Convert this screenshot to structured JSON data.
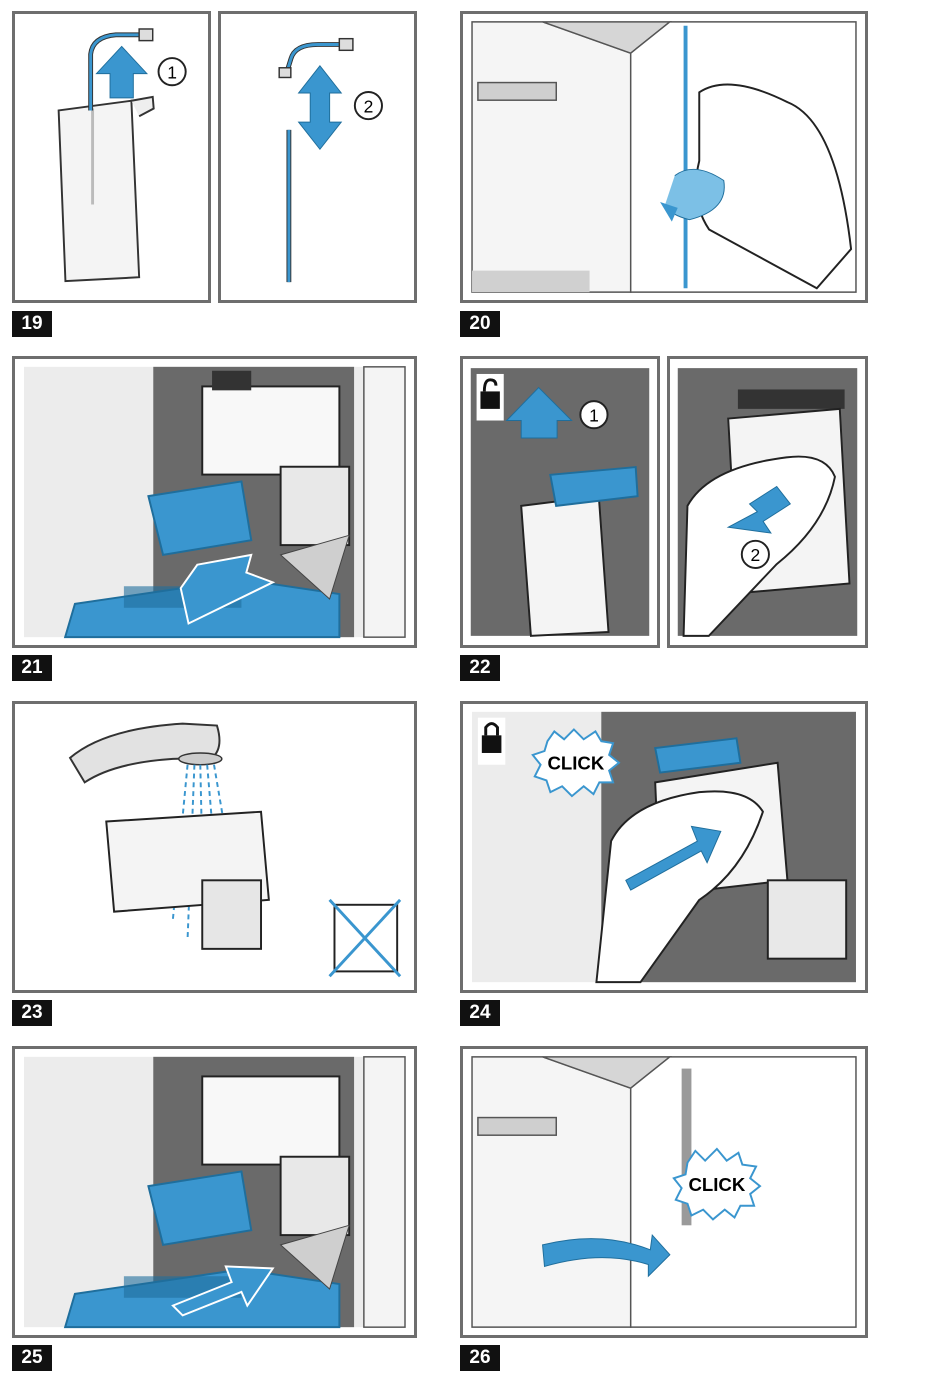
{
  "steps": {
    "s19": "19",
    "s20": "20",
    "s21": "21",
    "s22": "22",
    "s23": "23",
    "s24": "24",
    "s25": "25",
    "s26": "26"
  },
  "markers": {
    "one": "1",
    "two": "2"
  },
  "callouts": {
    "click": "CLICK"
  },
  "colors": {
    "accent": "#3a96cf",
    "accent_light": "#7cc0e6",
    "frame": "#6e6e6e",
    "shade": "#d9d9d9"
  }
}
